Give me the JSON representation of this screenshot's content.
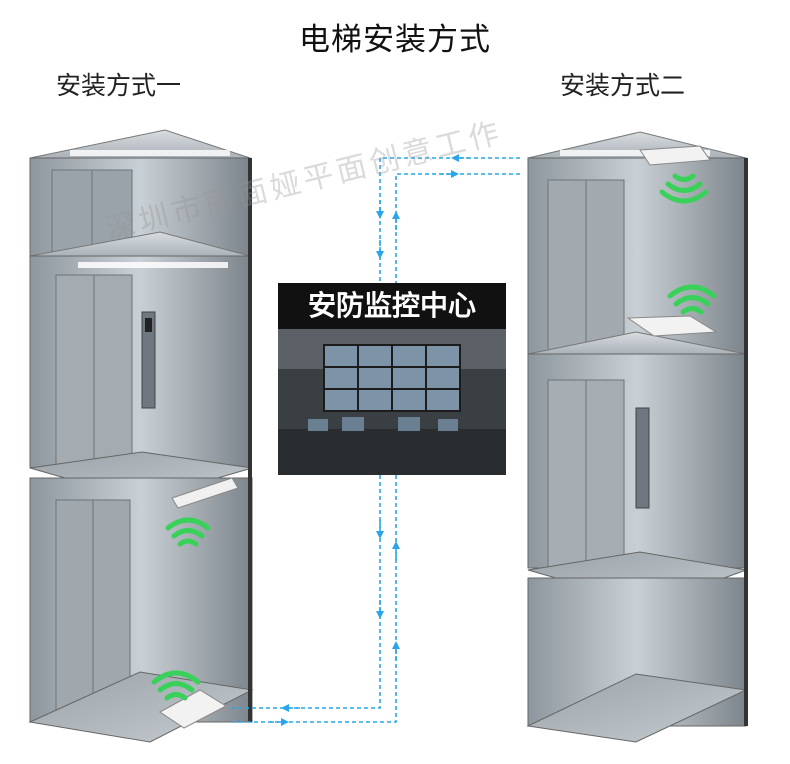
{
  "title": "电梯安装方式",
  "labels": {
    "left": "安装方式一",
    "right": "安装方式二"
  },
  "center": {
    "title": "安防监控中心"
  },
  "watermark": "深圳市丽面娅平面创意工作",
  "colors": {
    "signal_green": "#39d15a",
    "link_line": "#2aa6e8",
    "elevator_steel": "#a9b2b8",
    "center_bg": "#1a1a1a"
  },
  "icons": [
    "wifi-signal-icon",
    "wireless-bridge-device"
  ]
}
